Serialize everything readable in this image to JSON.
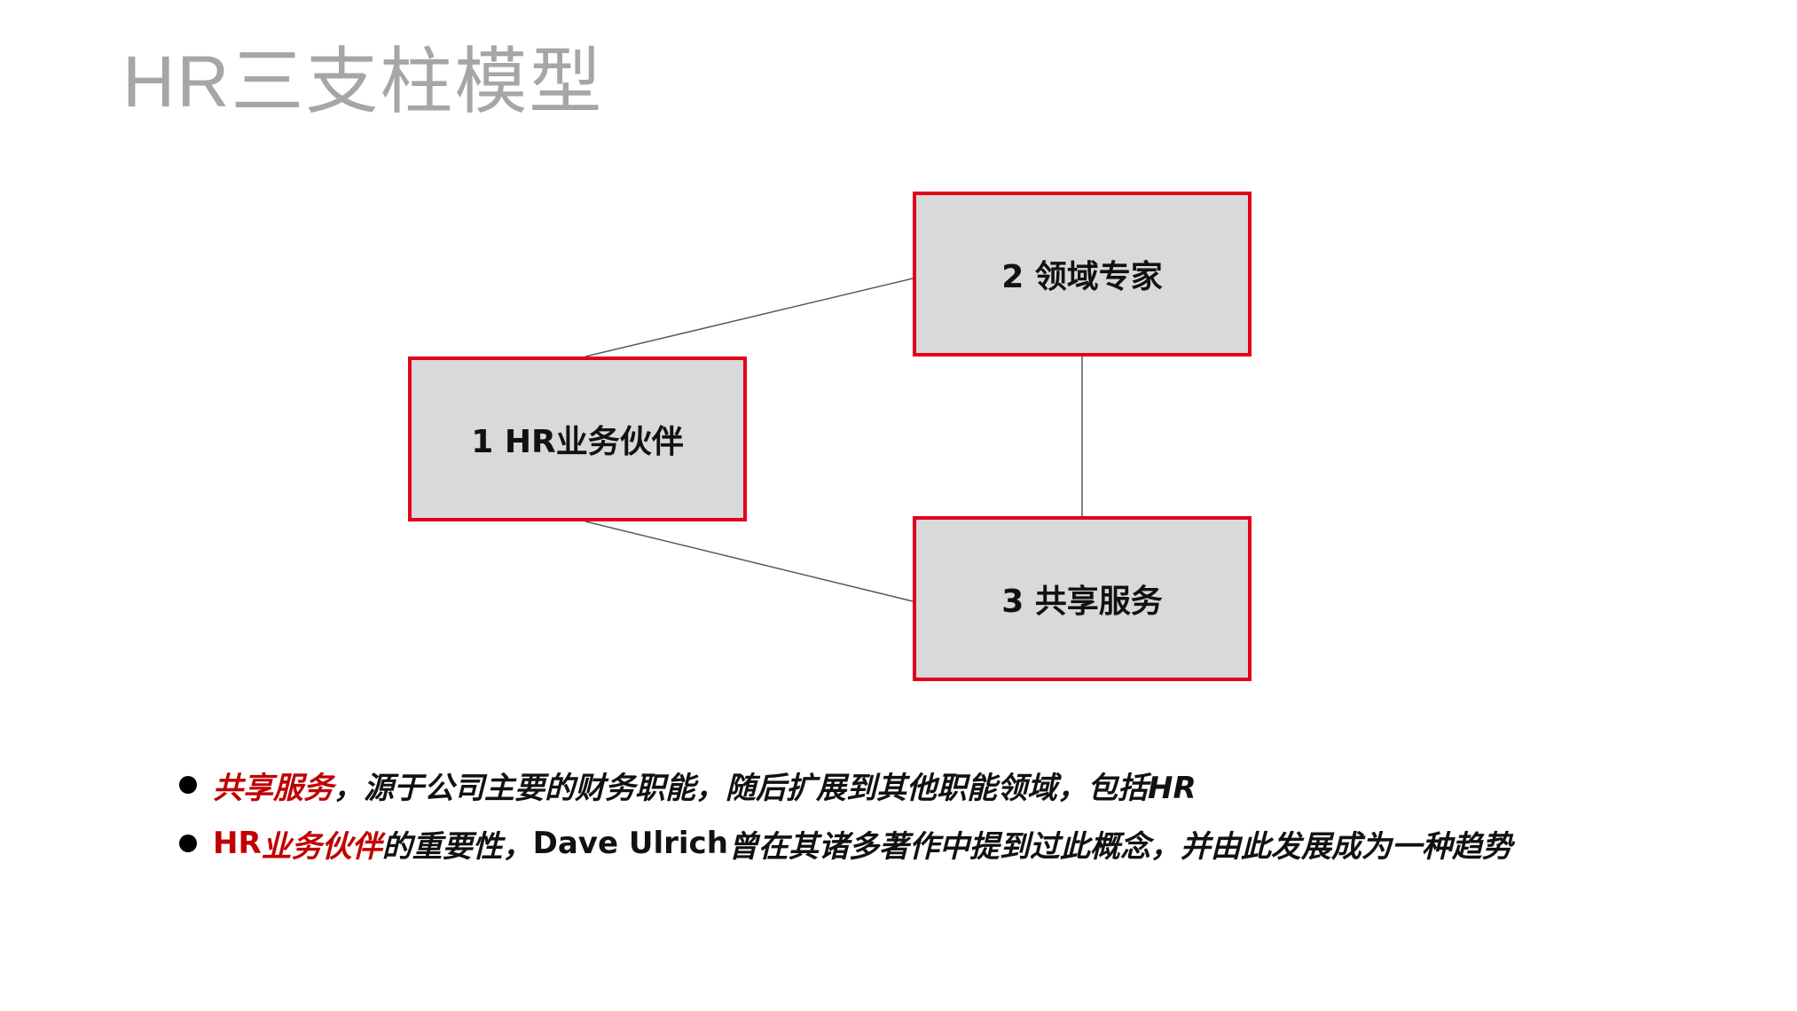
{
  "title": "HR三支柱模型",
  "colors": {
    "box_fill": "#d9d9d9",
    "box_border": "#e3001b",
    "highlight_text": "#c00000",
    "title_text": "#a6a6a6",
    "connector": "#595959"
  },
  "diagram": {
    "nodes": [
      {
        "id": "hrbp",
        "label": "1 HR业务伙伴"
      },
      {
        "id": "coe",
        "label": "2 领域专家"
      },
      {
        "id": "ssc",
        "label": "3 共享服务"
      }
    ],
    "edges": [
      {
        "from": "hrbp",
        "to": "coe"
      },
      {
        "from": "hrbp",
        "to": "ssc"
      },
      {
        "from": "coe",
        "to": "ssc"
      }
    ]
  },
  "bullets": [
    {
      "highlight": "共享服务",
      "text": "，源于公司主要的财务职能，随后扩展到其他职能领域，包括HR"
    },
    {
      "highlight_upright": "HR",
      "highlight": "业务伙伴",
      "text_before_name": "的重要性，",
      "name": "Dave Ulrich",
      "text": "曾在其诸多著作中提到过此概念，并由此发展成为一种趋势"
    }
  ]
}
